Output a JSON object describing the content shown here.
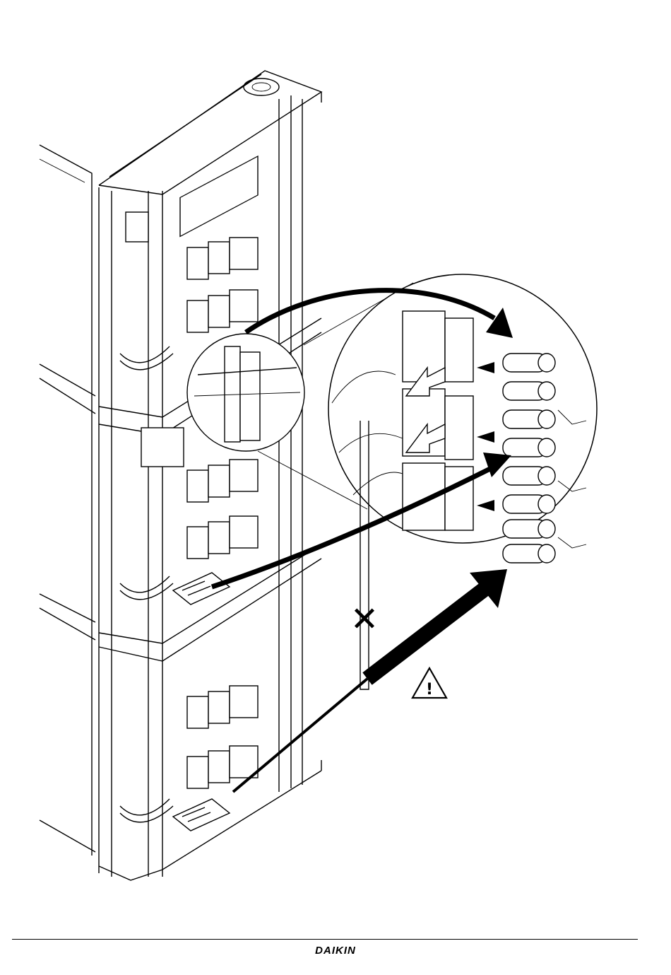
{
  "page": {
    "brand_text": "DAIKIN",
    "colors": {
      "line": "#000000",
      "background": "#ffffff",
      "arrow_fill": "#000000"
    }
  },
  "figure": {
    "kind": "installation-diagram",
    "modules": [
      {
        "name": "upper-module",
        "fuse_packs": 0
      },
      {
        "name": "middle-module",
        "fuse_packs": 1
      },
      {
        "name": "lower-module",
        "fuse_packs": 1
      }
    ],
    "detail_view": {
      "fuse_count": 8
    },
    "symbols": {
      "prohibited": "✕",
      "warning": "!"
    }
  }
}
